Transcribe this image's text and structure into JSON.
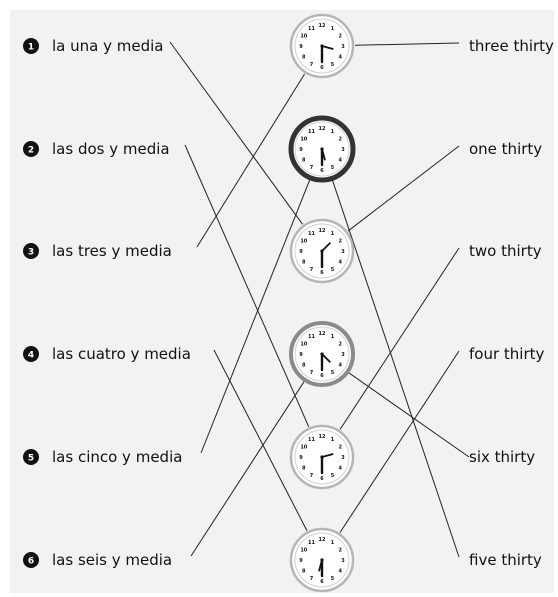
{
  "spanish_items": [
    {
      "number": "1",
      "label": "la una y media"
    },
    {
      "number": "2",
      "label": "las dos y media"
    },
    {
      "number": "3",
      "label": "las tres y media"
    },
    {
      "number": "4",
      "label": "las cuatro y media"
    },
    {
      "number": "5",
      "label": "las cinco y media"
    },
    {
      "number": "6",
      "label": "las seis y media"
    }
  ],
  "english_items": [
    {
      "label": "three thirty"
    },
    {
      "label": "one thirty"
    },
    {
      "label": "two thirty"
    },
    {
      "label": "four thirty"
    },
    {
      "label": "six thirty"
    },
    {
      "label": "five thirty"
    }
  ],
  "clocks": [
    {
      "hour": 3,
      "minute": 30,
      "style": "plain"
    },
    {
      "hour": 5,
      "minute": 30,
      "style": "dark-rim"
    },
    {
      "hour": 1,
      "minute": 30,
      "style": "plain"
    },
    {
      "hour": 4,
      "minute": 30,
      "style": "gray-rim"
    },
    {
      "hour": 2,
      "minute": 30,
      "style": "plain"
    },
    {
      "hour": 6,
      "minute": 30,
      "style": "plain"
    }
  ],
  "clock_numerals": [
    "12",
    "1",
    "2",
    "3",
    "4",
    "5",
    "6",
    "7",
    "8",
    "9",
    "10",
    "11"
  ],
  "connections": [
    {
      "from": "spanish",
      "index": 0,
      "to": "clock",
      "clock": 2
    },
    {
      "from": "spanish",
      "index": 1,
      "to": "clock",
      "clock": 4
    },
    {
      "from": "spanish",
      "index": 2,
      "to": "clock",
      "clock": 0
    },
    {
      "from": "spanish",
      "index": 3,
      "to": "clock",
      "clock": 5
    },
    {
      "from": "spanish",
      "index": 4,
      "to": "clock",
      "clock": 1
    },
    {
      "from": "spanish",
      "index": 5,
      "to": "clock",
      "clock": 3
    },
    {
      "from": "clock",
      "clock": 0,
      "to": "english",
      "index": 0
    },
    {
      "from": "clock",
      "clock": 2,
      "to": "english",
      "index": 1
    },
    {
      "from": "clock",
      "clock": 4,
      "to": "english",
      "index": 2
    },
    {
      "from": "clock",
      "clock": 5,
      "to": "english",
      "index": 3
    },
    {
      "from": "clock",
      "clock": 3,
      "to": "english",
      "index": 4
    },
    {
      "from": "clock",
      "clock": 1,
      "to": "english",
      "index": 5
    }
  ],
  "colors": {
    "panel": "#f2f2f2",
    "line": "#222222",
    "badge": "#111111",
    "dark_rim": "#333333",
    "gray_rim": "#8a8a8a",
    "light_rim": "#b5b5b5"
  }
}
